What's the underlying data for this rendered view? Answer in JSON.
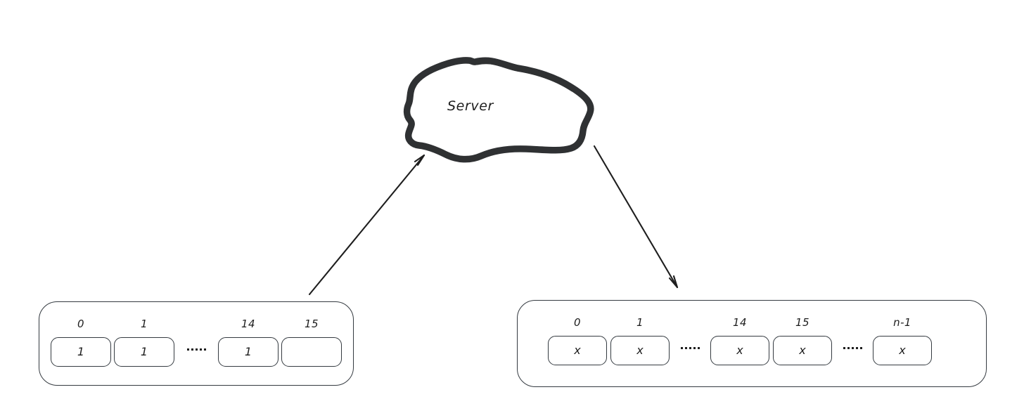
{
  "diagram": {
    "title": "Server",
    "server_node": {
      "label": "Server",
      "shape": "hand-drawn-cloud",
      "stroke_color": "#2f3133"
    },
    "arrows": [
      {
        "name": "arrow-client-to-server",
        "direction": "up-right",
        "from": "left-array",
        "to": "server",
        "color": "#1e1e1e"
      },
      {
        "name": "arrow-server-to-client",
        "direction": "down-right",
        "from": "server",
        "to": "right-array",
        "color": "#1e1e1e"
      }
    ],
    "stroke_color": "#343a40",
    "background": "#ffffff"
  },
  "left_array": {
    "name": "left-array",
    "cells": [
      {
        "index": "0",
        "value": "1"
      },
      {
        "index": "1",
        "value": "1"
      },
      {
        "index": "14",
        "value": "1"
      },
      {
        "index": "15",
        "value": ""
      }
    ],
    "ellipsis_after": [
      1
    ],
    "ellipsis_dots": 5
  },
  "right_array": {
    "name": "right-array",
    "cells": [
      {
        "index": "0",
        "value": "x"
      },
      {
        "index": "1",
        "value": "x"
      },
      {
        "index": "14",
        "value": "x"
      },
      {
        "index": "15",
        "value": "x"
      },
      {
        "index": "n-1",
        "value": "x"
      }
    ],
    "ellipsis_after": [
      1,
      3
    ],
    "ellipsis_dots": 5
  }
}
